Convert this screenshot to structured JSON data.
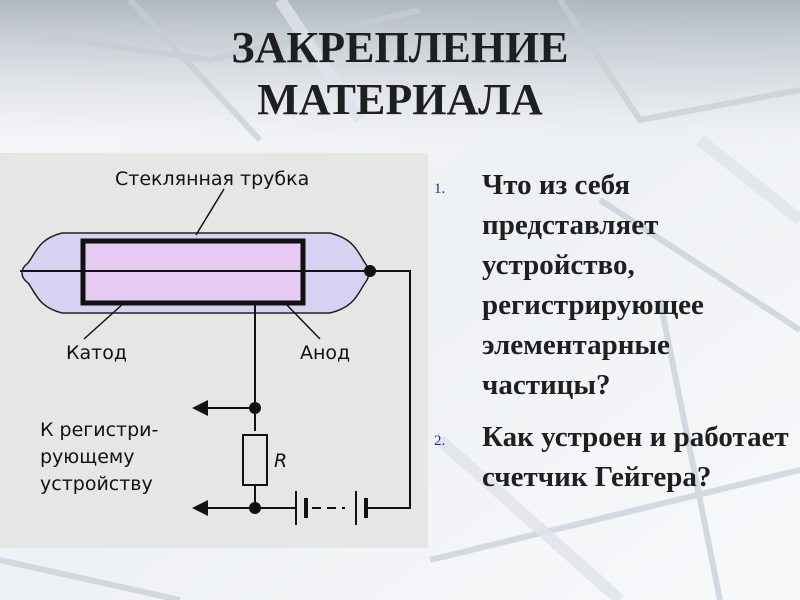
{
  "slide": {
    "title_line1": "ЗАКРЕПЛЕНИЕ",
    "title_line2": "МАТЕРИАЛА"
  },
  "diagram": {
    "label_tube": "Стеклянная трубка",
    "label_cathode": "Катод",
    "label_anode": "Анод",
    "label_recorder_line1": "К регистри-",
    "label_recorder_line2": "рующему",
    "label_recorder_line3": "устройству",
    "label_resistor": "R"
  },
  "questions": [
    {
      "number": "1.",
      "text": "Что из себя представляет устройство, регистрирующее элементарные частицы?"
    },
    {
      "number": "2.",
      "text": "Как устроен и работает счетчик Гейгера?"
    }
  ],
  "colors": {
    "title": "#1f1f1f",
    "list_number": "#1e2a9a",
    "diagram_panel": "#e6e6e4",
    "tube_glass": "#d4d0f0",
    "cathode_fill": "#e4c8f0"
  }
}
